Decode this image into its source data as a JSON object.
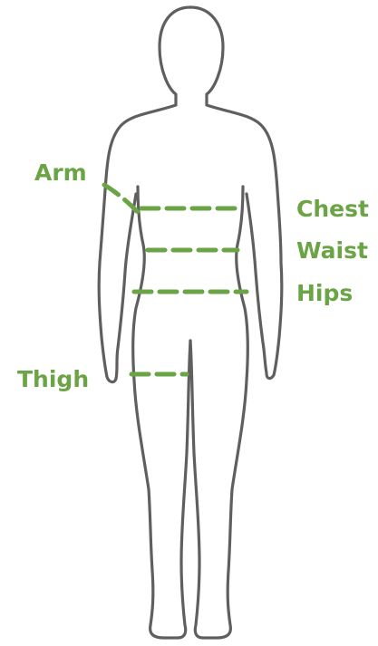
{
  "colors": {
    "accent": "#6aa444",
    "outline": "#5f5f5f",
    "background": "#ffffff"
  },
  "labels": {
    "arm": "Arm",
    "chest": "Chest",
    "waist": "Waist",
    "hips": "Hips",
    "thigh": "Thigh"
  }
}
